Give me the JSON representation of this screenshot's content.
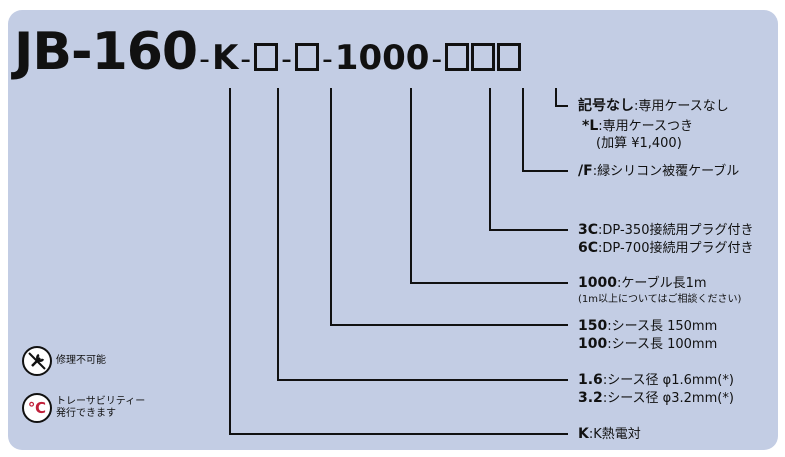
{
  "code": {
    "base": "JB-160",
    "dash": "-",
    "k": "K",
    "length": "1000"
  },
  "legend": {
    "case_none_key": "記号なし",
    "case_none_val": ":専用ケースなし",
    "case_l_key": "*L",
    "case_l_val": ":専用ケースつき",
    "case_l_price": "(加算 ¥1,400)",
    "cable_f_key": "/F",
    "cable_f_val": ":緑シリコン被覆ケーブル",
    "conn_3c_key": "3C",
    "conn_3c_val": ":DP-350接続用プラグ付き",
    "conn_6c_key": "6C",
    "conn_6c_val": ":DP-700接続用プラグ付き",
    "len_key": "1000",
    "len_val": ":ケーブル長1m",
    "len_note": "(1m以上についてはご相談ください)",
    "sheath150_key": "150",
    "sheath150_val": ":シース長 150mm",
    "sheath100_key": "100",
    "sheath100_val": ":シース長 100mm",
    "dia16_key": "1.6",
    "dia16_val": ":シース径 φ1.6mm(*)",
    "dia32_key": "3.2",
    "dia32_val": ":シース径 φ3.2mm(*)",
    "k_key": "K",
    "k_val": ":K熱電対"
  },
  "icons": {
    "unrepairable_icon": "wrench-prohibited-icon",
    "unrepairable_label": "修理不可能",
    "traceable_icon": "celsius-certificate-icon",
    "traceable_label_1": "トレーサビリティー",
    "traceable_label_2": "発行できます",
    "traceable_symbol": "℃"
  }
}
